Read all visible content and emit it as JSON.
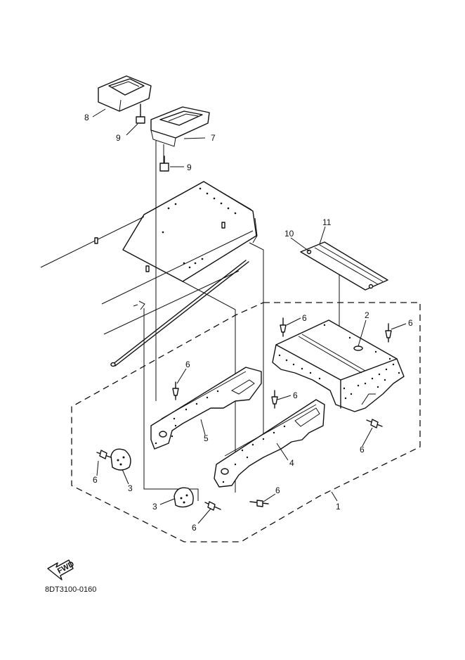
{
  "callouts": {
    "c1": "1",
    "c2": "2",
    "c3a": "3",
    "c3b": "3",
    "c4": "4",
    "c5": "5",
    "c6a": "6",
    "c6b": "6",
    "c6c": "6",
    "c6d": "6",
    "c6e": "6",
    "c6f": "6",
    "c6g": "6",
    "c6h": "6",
    "c7": "7",
    "c8": "8",
    "c9a": "9",
    "c9b": "9",
    "c10": "10",
    "c11": "11"
  },
  "fwd_label": "FWD",
  "diagram_code": "8DT3100-0160"
}
